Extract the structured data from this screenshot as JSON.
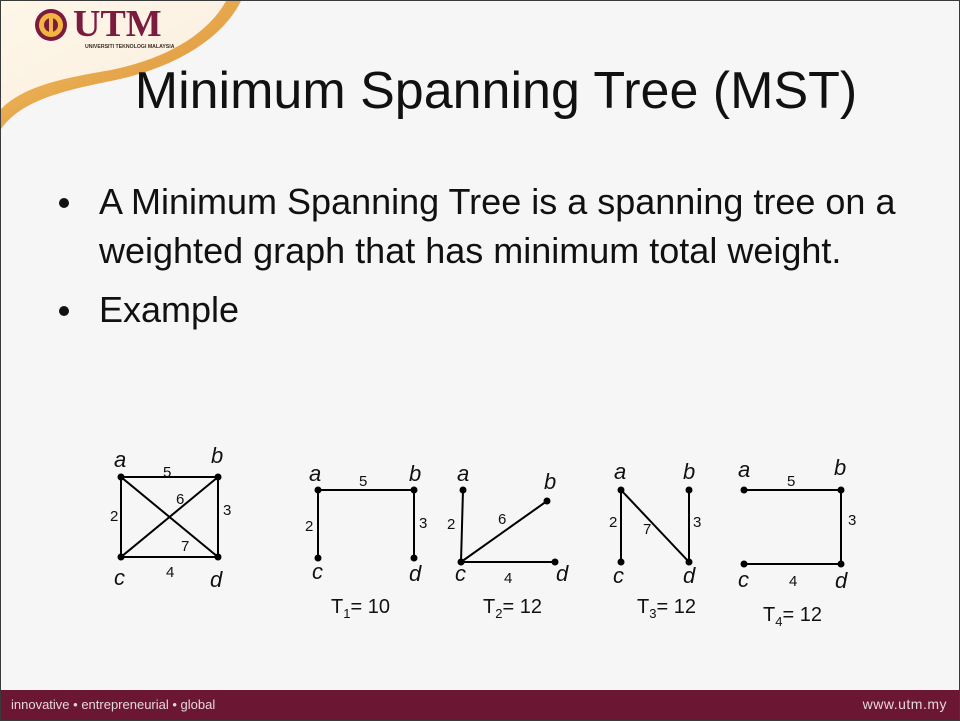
{
  "header": {
    "logo_text": "UTM",
    "logo_subtext": "UNIVERSITI TEKNOLOGI MALAYSIA"
  },
  "slide": {
    "title": "Minimum Spanning Tree (MST)",
    "bullets": [
      "A Minimum Spanning Tree  is a spanning tree on a weighted graph that has minimum total weight.",
      "Example"
    ]
  },
  "graphs": {
    "original": {
      "vertices": [
        "a",
        "b",
        "c",
        "d"
      ],
      "edge_weights": {
        "ab": "5",
        "ac": "2",
        "bd": "3",
        "cd": "4",
        "bc": "6",
        "ad": "7"
      }
    },
    "trees": [
      {
        "label": "T",
        "index": "1",
        "value": "= 10",
        "edge_weights": [
          "5",
          "2",
          "3"
        ]
      },
      {
        "label": "T",
        "index": "2",
        "value": "= 12",
        "edge_weights": [
          "2",
          "6",
          "4"
        ]
      },
      {
        "label": "T",
        "index": "3",
        "value": "= 12",
        "edge_weights": [
          "2",
          "7",
          "3"
        ]
      },
      {
        "label": "T",
        "index": "4",
        "value": "= 12",
        "edge_weights": [
          "5",
          "3",
          "4"
        ]
      }
    ]
  },
  "footer": {
    "tagline": "innovative • entrepreneurial • global",
    "url": "www.utm.my"
  },
  "colors": {
    "footer_bg": "#6b1633",
    "logo_maroon": "#7a1b3f",
    "corner_gold": "#e8a33a"
  }
}
